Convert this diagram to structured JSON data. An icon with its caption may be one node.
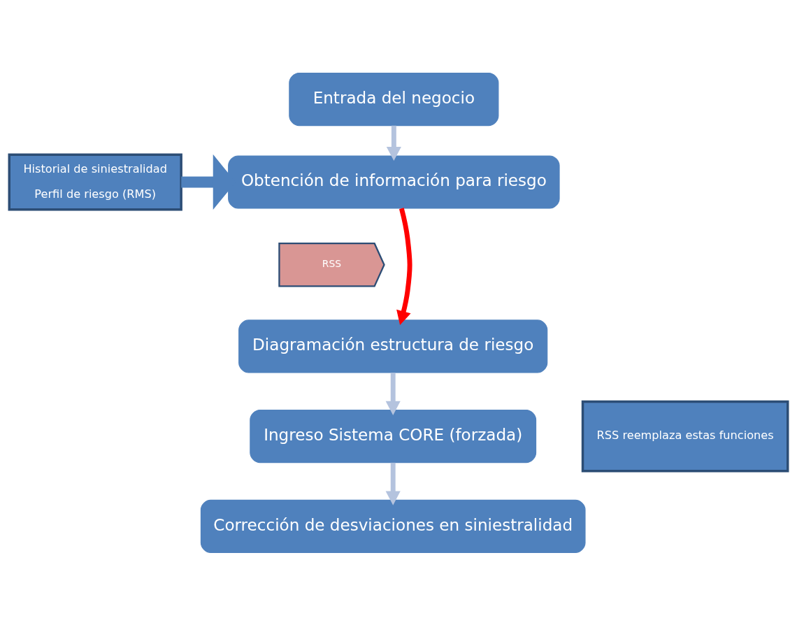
{
  "diagram": {
    "nodes": [
      {
        "text": [
          "Entrada del negocio"
        ]
      },
      {
        "text": [
          "Obtención de información para riesgo"
        ]
      },
      {
        "text": [
          "Historial de siniestralidad",
          "Perfil de riesgo (RMS)"
        ]
      },
      {
        "text": [
          "RSS"
        ]
      },
      {
        "text": [
          "Diagramación estructura de riesgo"
        ]
      },
      {
        "text": [
          "Ingreso Sistema CORE (forzada)"
        ]
      },
      {
        "text": [
          "RSS reemplaza estas funciones"
        ]
      },
      {
        "text": [
          "Corrección de desviaciones en siniestralidad"
        ]
      }
    ],
    "edges": [
      {
        "from": 0,
        "to": 1,
        "arrow": "to"
      },
      {
        "from": 2,
        "to": 1,
        "arrow": "to",
        "style": "thick",
        "color": "#4f81bd"
      },
      {
        "from": 1,
        "to": 4,
        "arrow": "to",
        "color": "#ff0000"
      },
      {
        "from": 4,
        "to": 5,
        "arrow": "to"
      },
      {
        "from": 5,
        "to": 7,
        "arrow": "to"
      }
    ]
  }
}
